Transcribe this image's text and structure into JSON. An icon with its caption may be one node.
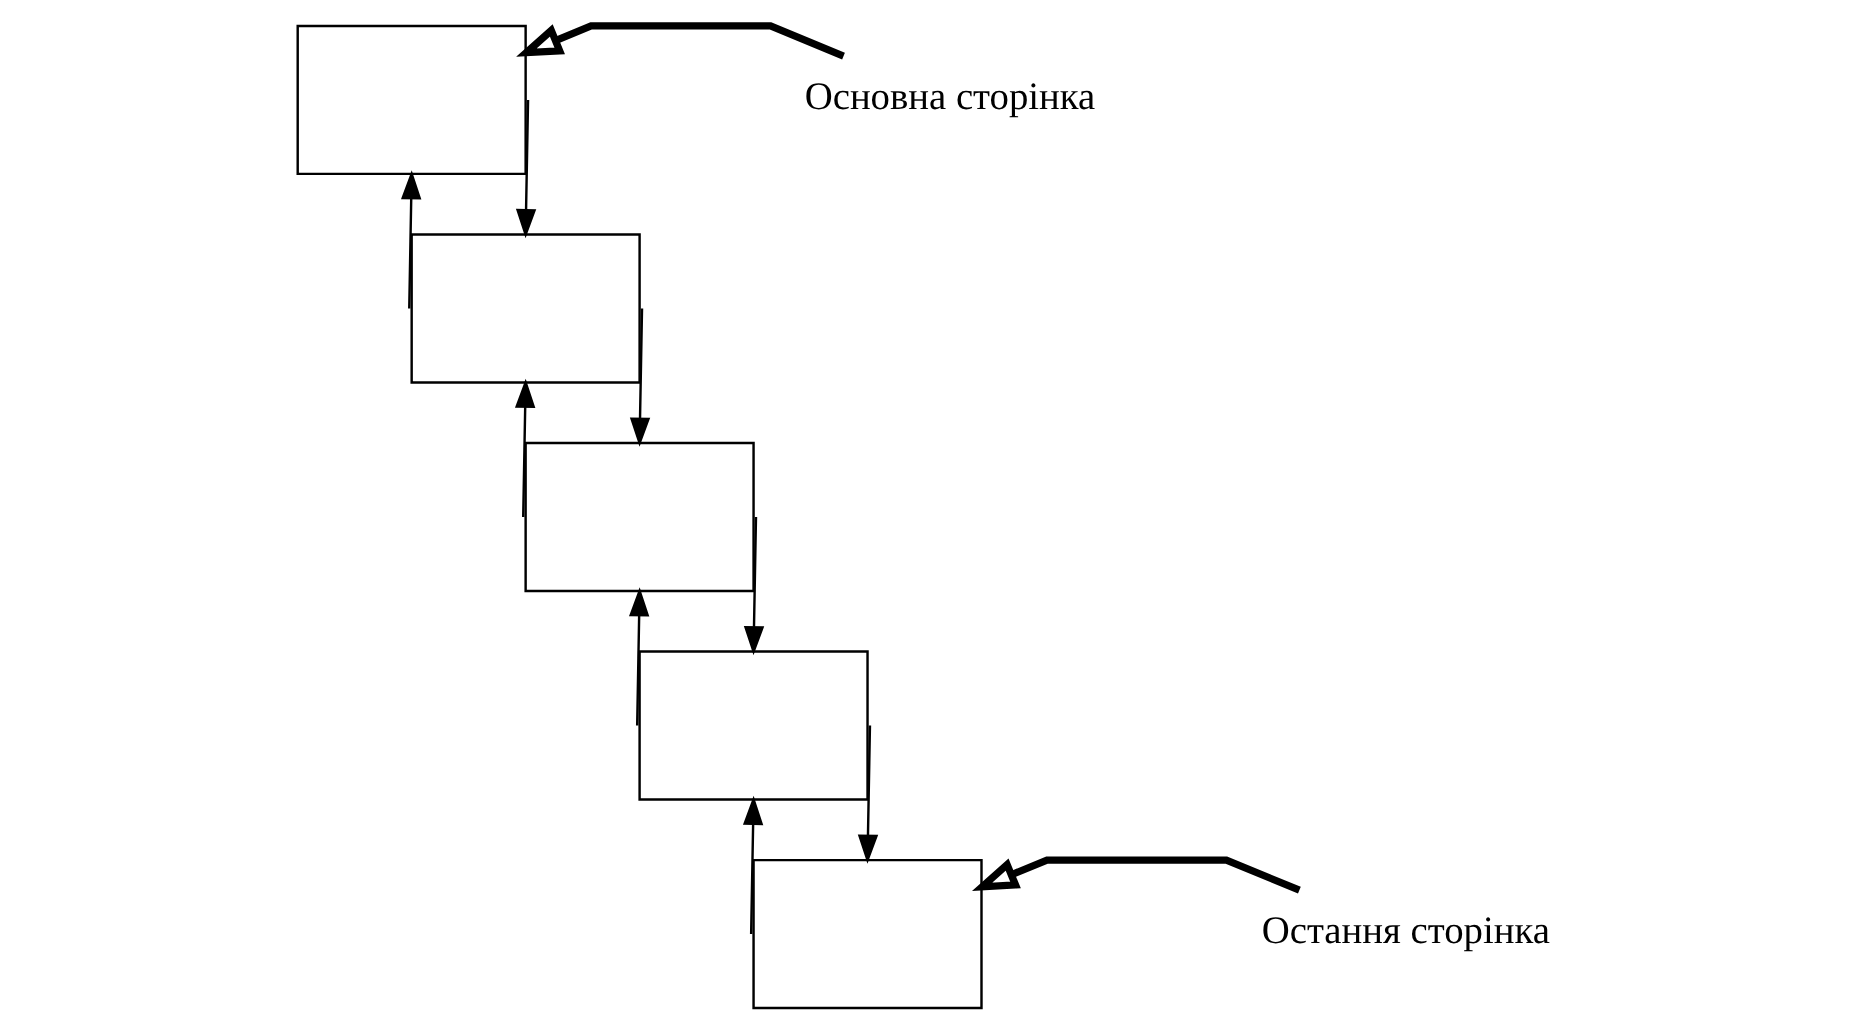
{
  "diagram": {
    "nodes": [
      {
        "text": [],
        "shape": "box"
      },
      {
        "text": [
          "Основна сторінка"
        ]
      },
      {
        "text": [],
        "shape": "box"
      },
      {
        "text": [],
        "shape": "box"
      },
      {
        "text": [],
        "shape": "box"
      },
      {
        "text": [],
        "shape": "box"
      },
      {
        "text": [
          "Остання сторінка"
        ]
      }
    ],
    "edges": [
      {
        "from": 1,
        "to": 0,
        "arrow": "to",
        "style": "thick"
      },
      {
        "from": 0,
        "to": 2,
        "arrow": "to"
      },
      {
        "from": 2,
        "to": 0,
        "arrow": "to"
      },
      {
        "from": 2,
        "to": 3,
        "arrow": "to"
      },
      {
        "from": 3,
        "to": 2,
        "arrow": "to"
      },
      {
        "from": 3,
        "to": 4,
        "arrow": "to"
      },
      {
        "from": 4,
        "to": 3,
        "arrow": "to"
      },
      {
        "from": 4,
        "to": 5,
        "arrow": "to"
      },
      {
        "from": 5,
        "to": 4,
        "arrow": "to"
      },
      {
        "from": 6,
        "to": 5,
        "arrow": "to",
        "style": "thick"
      }
    ]
  }
}
